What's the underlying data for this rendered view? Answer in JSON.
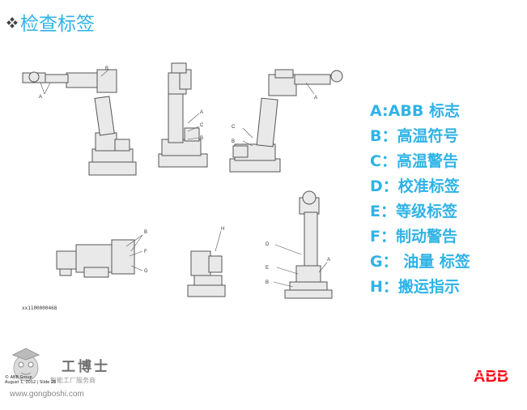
{
  "slide": {
    "title": "检查标签",
    "accent_color": "#2fb3e6"
  },
  "figure": {
    "id": "xx1100000468",
    "callouts": [
      "A",
      "B",
      "C",
      "D",
      "E",
      "F",
      "G",
      "H"
    ]
  },
  "legend": [
    {
      "label": "A:ABB 标志"
    },
    {
      "label": "B：高温符号"
    },
    {
      "label": "C：高温警告"
    },
    {
      "label": "D：校准标签"
    },
    {
      "label": "E：等级标签"
    },
    {
      "label": "F：制动警告"
    },
    {
      "label": "G： 油量 标签"
    },
    {
      "label": "H：搬运指示"
    }
  ],
  "footer": {
    "watermark_title": "工博士",
    "watermark_subtitle": "智能工厂服务商",
    "watermark_url": "www.gongboshi.com",
    "meta_company": "© ABB Group",
    "meta_date": "August 1, 2012 | Slide 28",
    "logo_text": "ABB",
    "logo_color": "#ff000f"
  }
}
